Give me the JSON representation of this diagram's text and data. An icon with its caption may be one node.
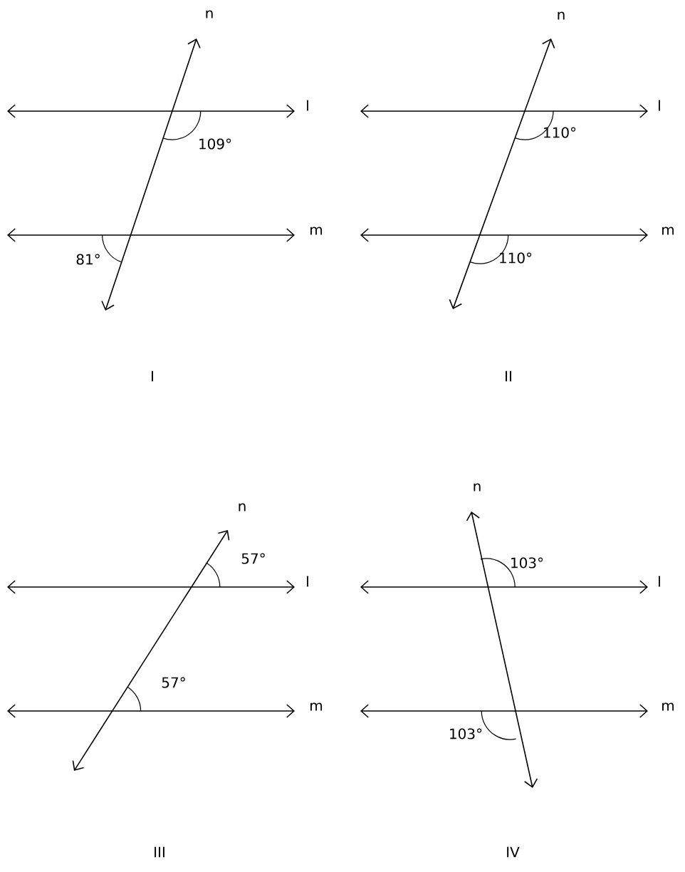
{
  "diagram": {
    "labels": [
      "n",
      "l",
      "109°",
      "n",
      "l",
      "110°",
      "m",
      "81°",
      "m",
      "110°",
      "I",
      "II",
      "n",
      "57°",
      "l",
      "57°",
      "m",
      "n",
      "103°",
      "l",
      "m",
      "103°",
      "III",
      "IV"
    ]
  }
}
